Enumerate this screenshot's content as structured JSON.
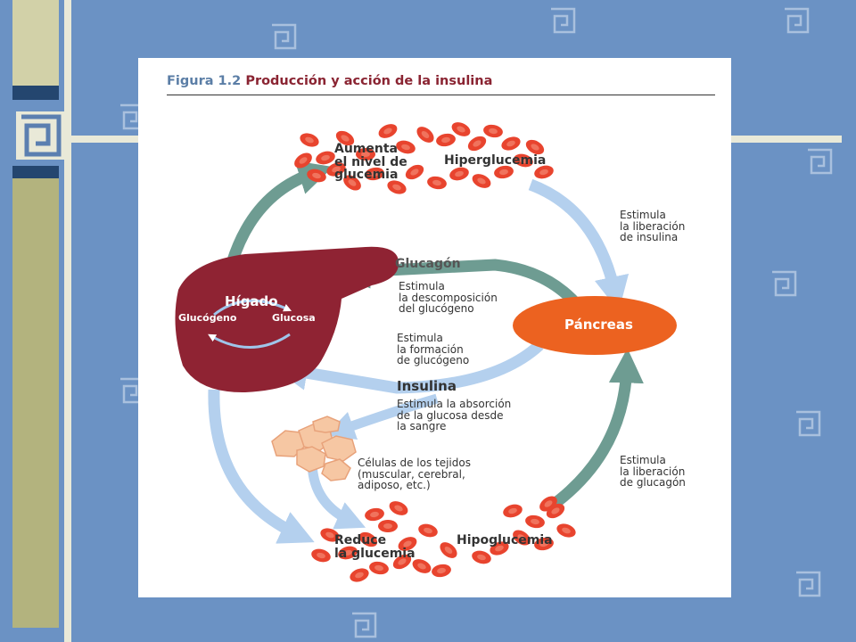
{
  "figure": {
    "number": "Figura 1.2",
    "title": "Producción y acción de la insulina"
  },
  "labels": {
    "aumenta": "Aumenta\nel nivel de\nglucemia",
    "hiperglucemia": "Hiperglucemia",
    "estimula_insulina": "Estimula\nla liberación\nde insulina",
    "glucagon": "Glucagón",
    "estimula_descomposicion": "Estimula\nla descomposición\ndel glucógeno",
    "higado": "Hígado",
    "glucogeno": "Glucógeno",
    "glucosa": "Glucosa",
    "pancreas": "Páncreas",
    "estimula_formacion": "Estimula\nla formación\nde glucógeno",
    "insulina": "Insulina",
    "estimula_absorcion": "Estimula la absorción\nde la glucosa desde\nla sangre",
    "celulas": "Células de los tejidos\n(muscular, cerebral,\nadiposo, etc.)",
    "estimula_glucagon": "Estimula\nla liberación\nde glucagón",
    "reduce": "Reduce\nla glucemia",
    "hipoglucemia": "Hipoglucemia"
  },
  "colors": {
    "background": "#6b92c4",
    "teal_arrow": "#6e9c92",
    "blue_arrow": "#b4d0ee",
    "liver": "#8f2333",
    "pancreas": "#ec6220",
    "blood_cell": "#e8442e"
  }
}
